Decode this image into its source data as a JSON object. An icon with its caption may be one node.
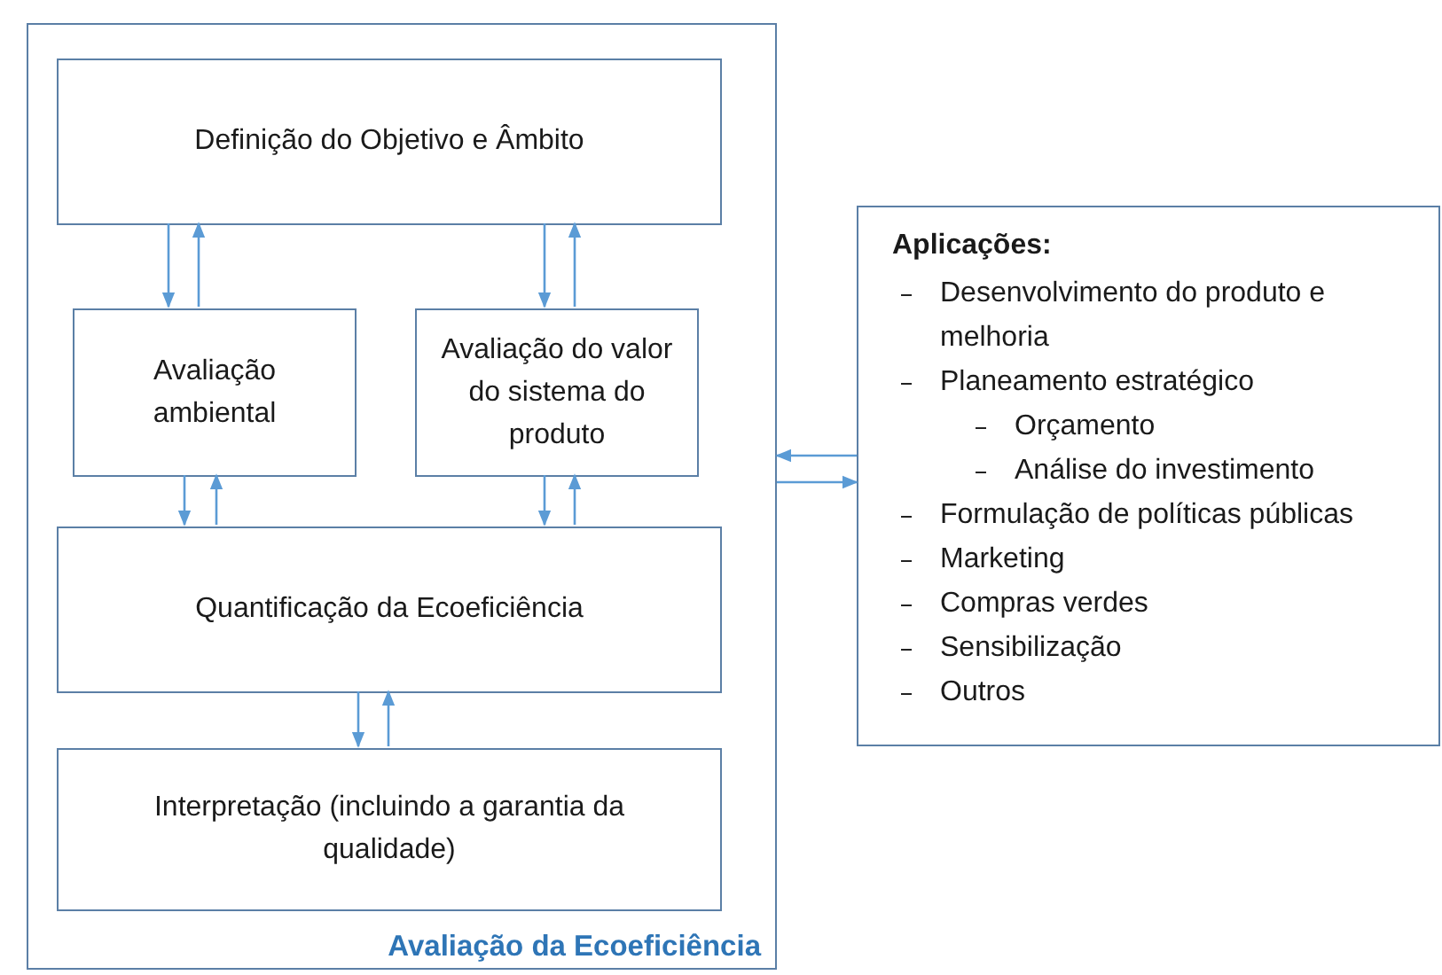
{
  "diagram": {
    "nodes": [
      {
        "text": [
          "Avaliação da Ecoeficiência"
        ]
      },
      {
        "text": [
          "Definição do Objetivo e Âmbito"
        ],
        "in": 0
      },
      {
        "text": [
          "Avaliação ambiental"
        ],
        "in": 0
      },
      {
        "text": [
          "Avaliação do valor do sistema do produto"
        ],
        "in": 0
      },
      {
        "text": [
          "Quantificação da Ecoeficiência"
        ],
        "in": 0
      },
      {
        "text": [
          "Interpretação (incluindo a garantia da qualidade)"
        ],
        "in": 0
      },
      {
        "text": [
          "Aplicações:",
          "Desenvolvimento do produto e melhoria",
          "Planeamento estratégico",
          "Orçamento",
          "Análise do investimento",
          "Formulação de políticas públicas",
          "Marketing",
          "Compras verdes",
          "Sensibilização",
          "Outros"
        ]
      }
    ],
    "edges": [
      {
        "from": 1,
        "to": 2,
        "arrow": "to"
      },
      {
        "from": 2,
        "to": 1,
        "arrow": "to"
      },
      {
        "from": 1,
        "to": 3,
        "arrow": "to"
      },
      {
        "from": 3,
        "to": 1,
        "arrow": "to"
      },
      {
        "from": 2,
        "to": 4,
        "arrow": "to"
      },
      {
        "from": 4,
        "to": 2,
        "arrow": "to"
      },
      {
        "from": 3,
        "to": 4,
        "arrow": "to"
      },
      {
        "from": 4,
        "to": 3,
        "arrow": "to"
      },
      {
        "from": 4,
        "to": 5,
        "arrow": "to"
      },
      {
        "from": 5,
        "to": 4,
        "arrow": "to"
      },
      {
        "from": 6,
        "to": 0,
        "arrow": "to"
      },
      {
        "from": 0,
        "to": 6,
        "arrow": "to"
      }
    ]
  }
}
